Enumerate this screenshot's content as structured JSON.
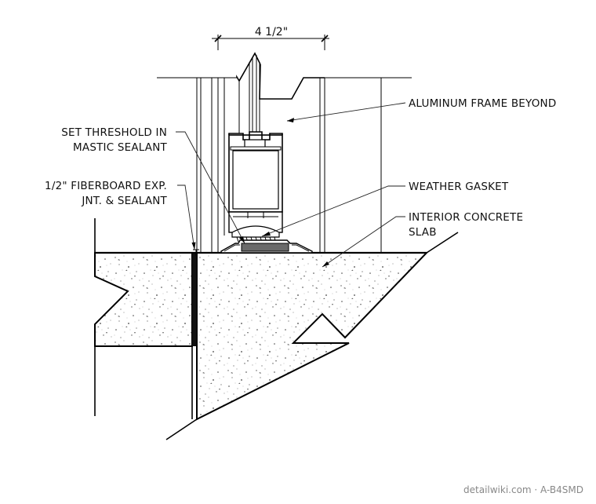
{
  "dimension": {
    "width_label": "4 1/2\""
  },
  "labels": {
    "aluminum_frame": "ALUMINUM FRAME BEYOND",
    "threshold_line1": "SET THRESHOLD IN",
    "threshold_line2": "MASTIC SEALANT",
    "fiberboard_line1": "1/2\" FIBERBOARD EXP.",
    "fiberboard_line2": "JNT. & SEALANT",
    "weather_gasket": "WEATHER GASKET",
    "slab_line1": "INTERIOR CONCRETE",
    "slab_line2": "SLAB"
  },
  "credit": "detailwiki.com · A-B4SMD"
}
